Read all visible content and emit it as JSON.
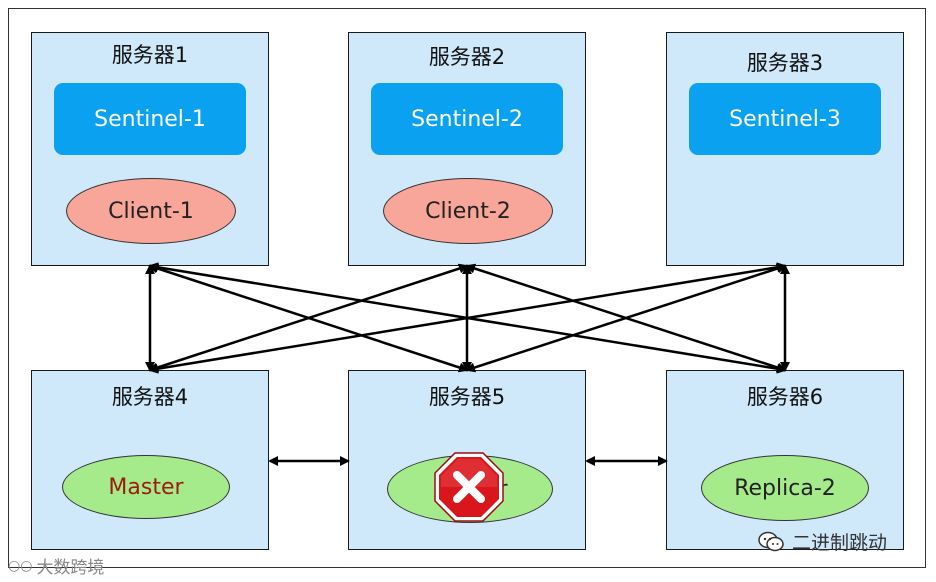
{
  "servers": [
    {
      "title": "服务器1",
      "sentinel": "Sentinel-1",
      "client": "Client-1"
    },
    {
      "title": "服务器2",
      "sentinel": "Sentinel-2",
      "client": "Client-2"
    },
    {
      "title": "服务器3",
      "sentinel": "Sentinel-3"
    },
    {
      "title": "服务器4",
      "node": "Master"
    },
    {
      "title": "服务器5",
      "node": "Master"
    },
    {
      "title": "服务器6",
      "node": "Replica-2"
    }
  ],
  "failed_server": "服务器5",
  "watermarks": {
    "left": "大数跨境",
    "right": "二进制跳动"
  },
  "colors": {
    "server_bg": "#cfe9fb",
    "sentinel_bg": "#0aa2f0",
    "client_bg": "#f8a59a",
    "node_bg": "#a6eb8b",
    "fail_red": "#d8161b"
  }
}
